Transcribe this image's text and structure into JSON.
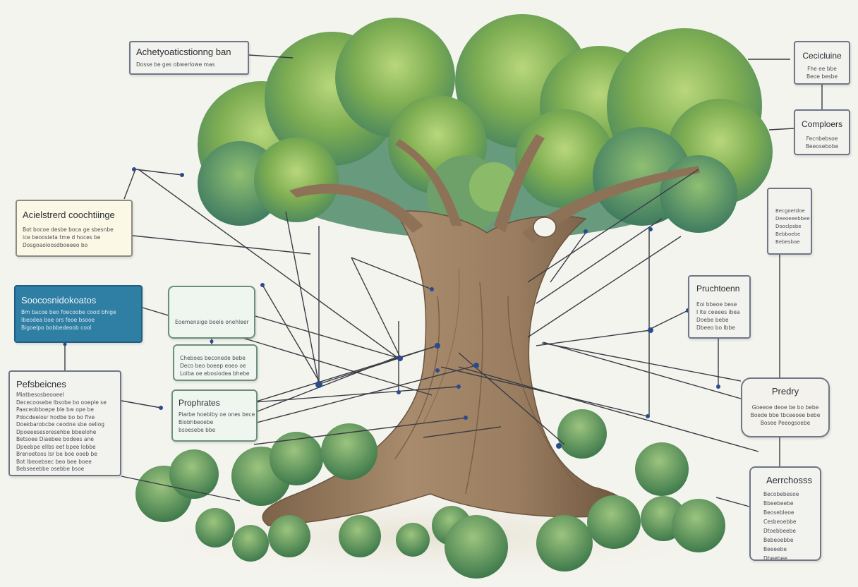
{
  "cards": {
    "top_left": {
      "title": "Achetyoaticstionng ban",
      "lines": [
        "Dosse be ges obwerlowe mas"
      ]
    },
    "left_cream": {
      "title": "Acielstrerd coochtiinge",
      "lines": [
        "Bot bocoe desbe boca ge sbesnbe",
        "ice beoosieta tme d hoces be",
        "Dosgoaoloosdboeeeo bo"
      ]
    },
    "left_blue": {
      "title": "Soocosnidokoatos",
      "lines": [
        "Bm bacoe beo foecoobe cood bhige",
        "Ibeodea boe ors feoe bsooe",
        "Bigoelpo bobbedeoob cool"
      ]
    },
    "left_list": {
      "title": "Pefsbeicnes",
      "lines": [
        "Miatbesosbeooeel",
        "Dececoosebe Ibsobe bo ooeple se",
        "Paaceobboepe ble bw ope be",
        "Pdocdeelosr hodbe bo bo flve",
        "Doekbarobcbe ceodne sbe oeliog",
        "Dpoeeesesoresehbe bbeelohe",
        "Betsoee Diaebee bodees ane",
        "Dpeebpe ellbs eet bpee lobbe",
        "Brenoetoos lsr be boe ooeb be",
        "Bot lbeoebsec beo bee boee",
        "Bebseeebbe osebbe bsoe"
      ]
    },
    "mid_green_1": {
      "title": "",
      "lines": [
        "Eoemensige boele onehleer"
      ]
    },
    "mid_green_2": {
      "title": "",
      "lines": [
        "Cheboes beconede bebe",
        "Deco beo boeep eoeo oe",
        "Loiba oe ebosiodea bhebe"
      ]
    },
    "mid_green_3": {
      "title": "Prophrates",
      "lines": [
        "Piarbe hoebiby oe ones bece",
        "Biobhbeoebe",
        "bsoesebe bbe"
      ]
    },
    "top_right_1": {
      "title": "Cecicluine",
      "lines": [
        "Fhe ee bbe",
        "Beoe besbe"
      ]
    },
    "top_right_2": {
      "title": "Comploers",
      "lines": [
        "Fecnbebsoe",
        "Beeosebobe"
      ]
    },
    "right_note": {
      "title": "",
      "lines": [
        "Becgoetdoe",
        "Deeoeeebbee",
        "Dooclpsbe",
        "Bebboebe",
        "Bebesbae"
      ]
    },
    "right_mid": {
      "title": "Pruchtoenn",
      "lines": [
        "Eoi bbeoe bese",
        "I lte ceeees ibea",
        "Doebe bebe",
        "Dbeeo bo Ibbe"
      ]
    },
    "right_pill": {
      "title": "Predry",
      "lines": [
        "Goeeoe deoe be bo bebe",
        "Boede bbe tbceeoee bebe",
        "Bosee Peeogsoebe"
      ]
    },
    "right_list": {
      "title": "Aerrchosss",
      "lines": [
        "Becobebesoe",
        "Bbeebeebe",
        "Beosebleoe",
        "Cesbeoebbe",
        "Dtoebbeebe",
        "Bebeoebbe",
        "Beeeebe",
        "Dbeebee"
      ]
    }
  },
  "colors": {
    "background": "#f4f4ee",
    "foliage_light": "#a6c86a",
    "foliage_mid": "#7fae52",
    "foliage_dark": "#4f8456",
    "trunk": "#9c8062",
    "trunk_dark": "#6f5842",
    "card_blue": "#2f7ea4",
    "connector": "#3a3c44",
    "dot": "#2b4b8c"
  }
}
